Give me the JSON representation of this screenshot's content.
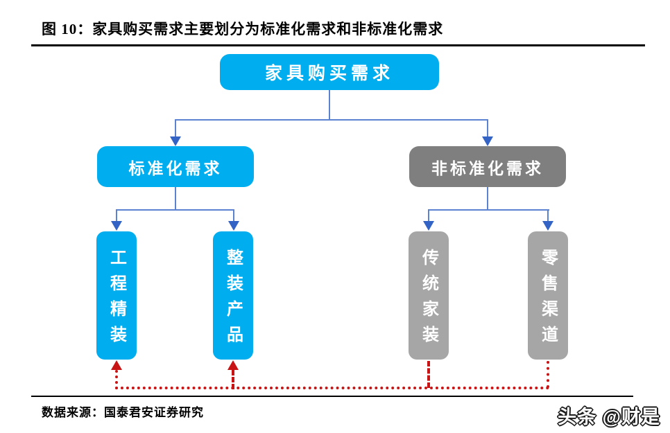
{
  "figure": {
    "title": "图 10：家具购买需求主要划分为标准化需求和非标准化需求",
    "source_label": "数据来源：国泰君安证券研究",
    "watermark": "头条 @财是"
  },
  "colors": {
    "node_cyan": "#00AEEF",
    "node_gray_dark": "#7F7F7F",
    "node_gray_light": "#A6A6A6",
    "connector_blue": "#5B82D1",
    "arrowhead_blue": "#3463C6",
    "feedback_red": "#C81414",
    "rule_black": "#000000"
  },
  "diagram": {
    "type": "tree-flowchart",
    "root": {
      "label": "家具购买需求",
      "color": "#00AEEF"
    },
    "level2": [
      {
        "label": "标准化需求",
        "color": "#00AEEF"
      },
      {
        "label": "非标准化需求",
        "color": "#7F7F7F"
      }
    ],
    "level3": [
      {
        "label": "工程精装",
        "color": "#00AEEF",
        "parent": "标准化需求"
      },
      {
        "label": "整装产品",
        "color": "#00AEEF",
        "parent": "标准化需求"
      },
      {
        "label": "传统家装",
        "color": "#A6A6A6",
        "parent": "非标准化需求"
      },
      {
        "label": "零售渠道",
        "color": "#A6A6A6",
        "parent": "非标准化需求"
      }
    ],
    "feedback_edges": [
      {
        "from": "传统家装",
        "to": "工程精装",
        "style": "red-dotted-arrow"
      },
      {
        "from": "传统家装",
        "to": "整装产品",
        "style": "red-dotted-arrow"
      },
      {
        "from": "零售渠道",
        "to": "工程精装",
        "style": "red-dotted-arrow"
      },
      {
        "from": "零售渠道",
        "to": "整装产品",
        "style": "red-dotted-arrow"
      }
    ]
  }
}
